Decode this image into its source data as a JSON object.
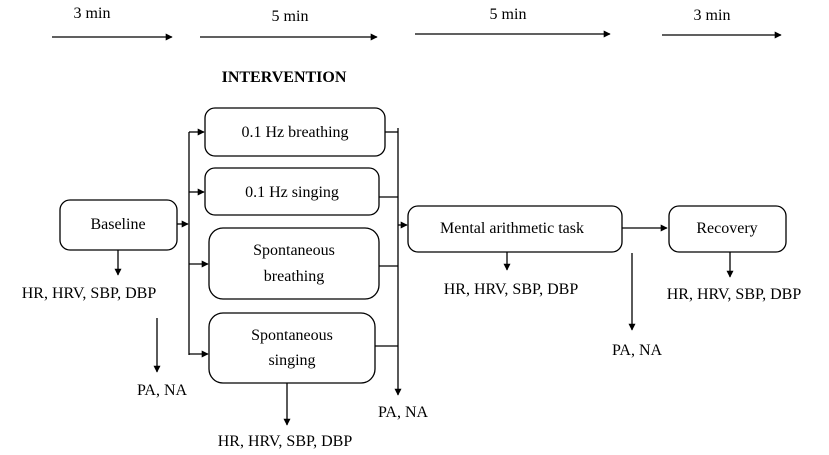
{
  "timeline": {
    "durations": [
      "3 min",
      "5 min",
      "5 min",
      "3 min"
    ]
  },
  "intervention_title": "INTERVENTION",
  "boxes": {
    "baseline": "Baseline",
    "breathing_01hz": "0.1 Hz breathing",
    "singing_01hz": "0.1 Hz singing",
    "spontaneous_breathing": [
      "Spontaneous",
      "breathing"
    ],
    "spontaneous_singing": [
      "Spontaneous",
      "singing"
    ],
    "mental_task": "Mental arithmetic task",
    "recovery": "Recovery"
  },
  "measures": {
    "physio": "HR, HRV, SBP, DBP",
    "affect": "PA, NA"
  }
}
